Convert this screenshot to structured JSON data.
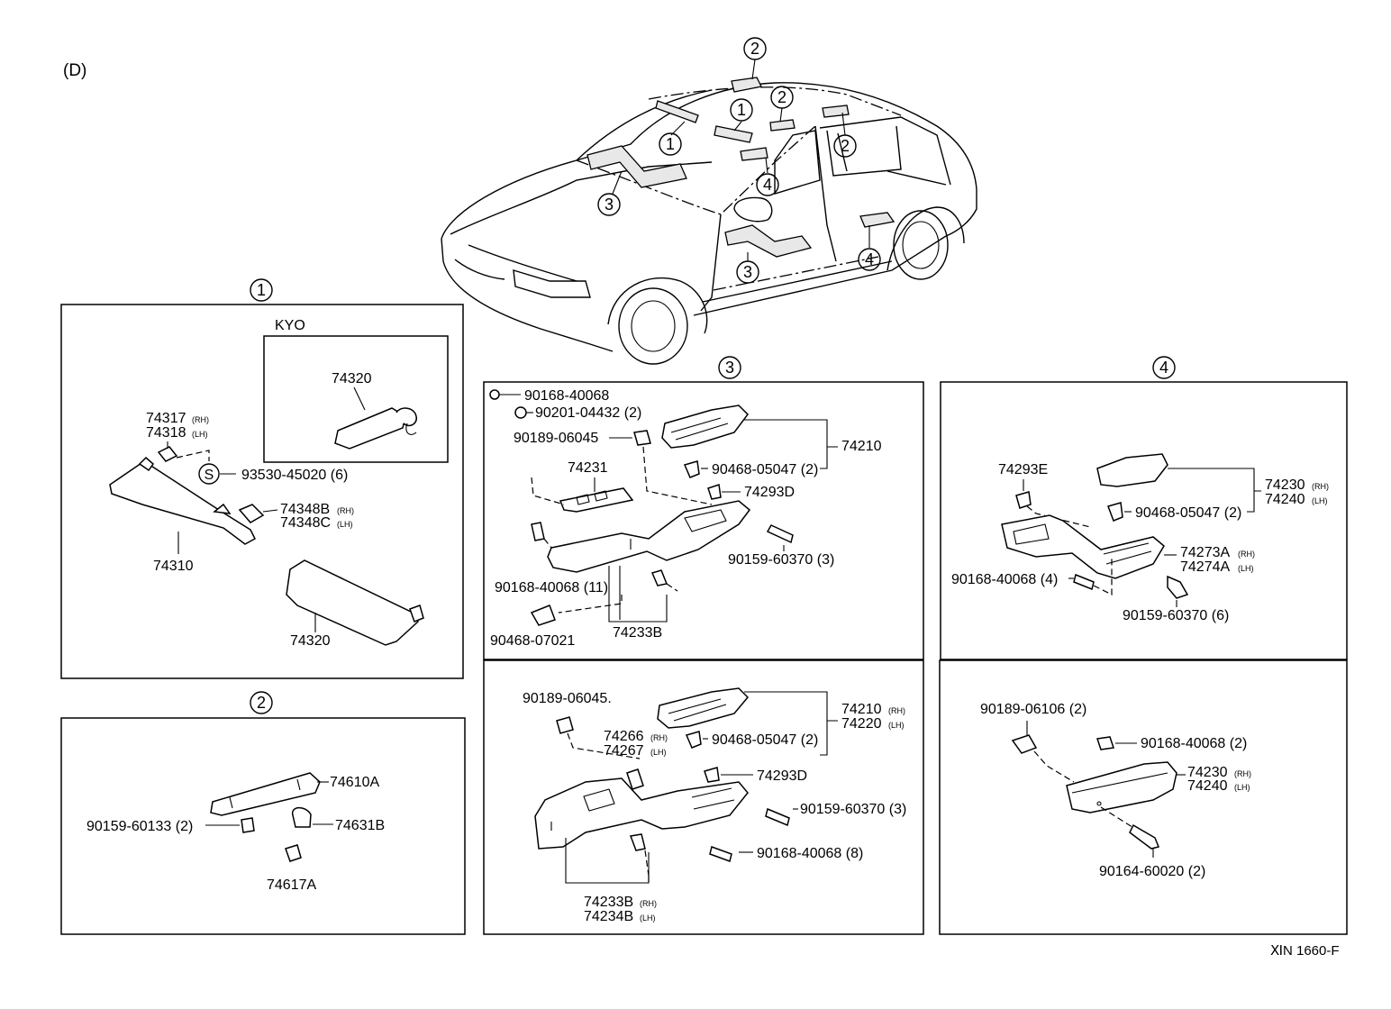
{
  "diagram": {
    "section_tag": "(D)",
    "footer_code": "ⅪN 1660-F",
    "sections": {
      "s1": {
        "number": "1"
      },
      "s2": {
        "number": "2"
      },
      "s3": {
        "number": "3"
      },
      "s4": {
        "number": "4"
      }
    },
    "car_callouts": [
      "1",
      "1",
      "2",
      "2",
      "2",
      "3",
      "3",
      "4",
      "4"
    ],
    "panel1": {
      "kyo_label": "KYO",
      "kyo_part": "74320",
      "p74317": "74317",
      "p74318": "74318",
      "rh": "(RH)",
      "lh": "(LH)",
      "s_mark": "S",
      "p93530": "93530-45020 (6)",
      "p74348b": "74348B",
      "p74348c": "74348C",
      "p74310": "74310",
      "p74320": "74320"
    },
    "panel2": {
      "p74610a": "74610A",
      "p90159": "90159-60133 (2)",
      "p74631b": "74631B",
      "p74617a": "74617A"
    },
    "panel3a": {
      "p90168a": "90168-40068",
      "p90201": "90201-04432 (2)",
      "p90189": "90189-06045",
      "p74210": "74210",
      "p74231": "74231",
      "p90468a": "90468-05047 (2)",
      "p74293d": "74293D",
      "p90159": "90159-60370 (3)",
      "p90168b": "90168-40068 (11)",
      "p90468b": "90468-07021",
      "p74233b": "74233B"
    },
    "panel3b": {
      "p90189": "90189-06045.",
      "p74210": "74210",
      "p74220": "74220",
      "rh": "(RH)",
      "lh": "(LH)",
      "p74266": "74266",
      "p74267": "74267",
      "p90468": "90468-05047 (2)",
      "p74293d": "74293D",
      "p90159": "90159-60370 (3)",
      "p90168": "90168-40068 (8)",
      "p74233b": "74233B",
      "p74234b": "74234B"
    },
    "panel4a": {
      "p74293e": "74293E",
      "p74230": "74230",
      "p74240": "74240",
      "rh": "(RH)",
      "lh": "(LH)",
      "p90468": "90468-05047 (2)",
      "p74273a": "74273A",
      "p74274a": "74274A",
      "p90168": "90168-40068 (4)",
      "p90159": "90159-60370 (6)"
    },
    "panel4b": {
      "p90189": "90189-06106 (2)",
      "p90168": "90168-40068 (2)",
      "p74230": "74230",
      "p74240": "74240",
      "rh": "(RH)",
      "lh": "(LH)",
      "p90164": "90164-60020 (2)"
    }
  }
}
